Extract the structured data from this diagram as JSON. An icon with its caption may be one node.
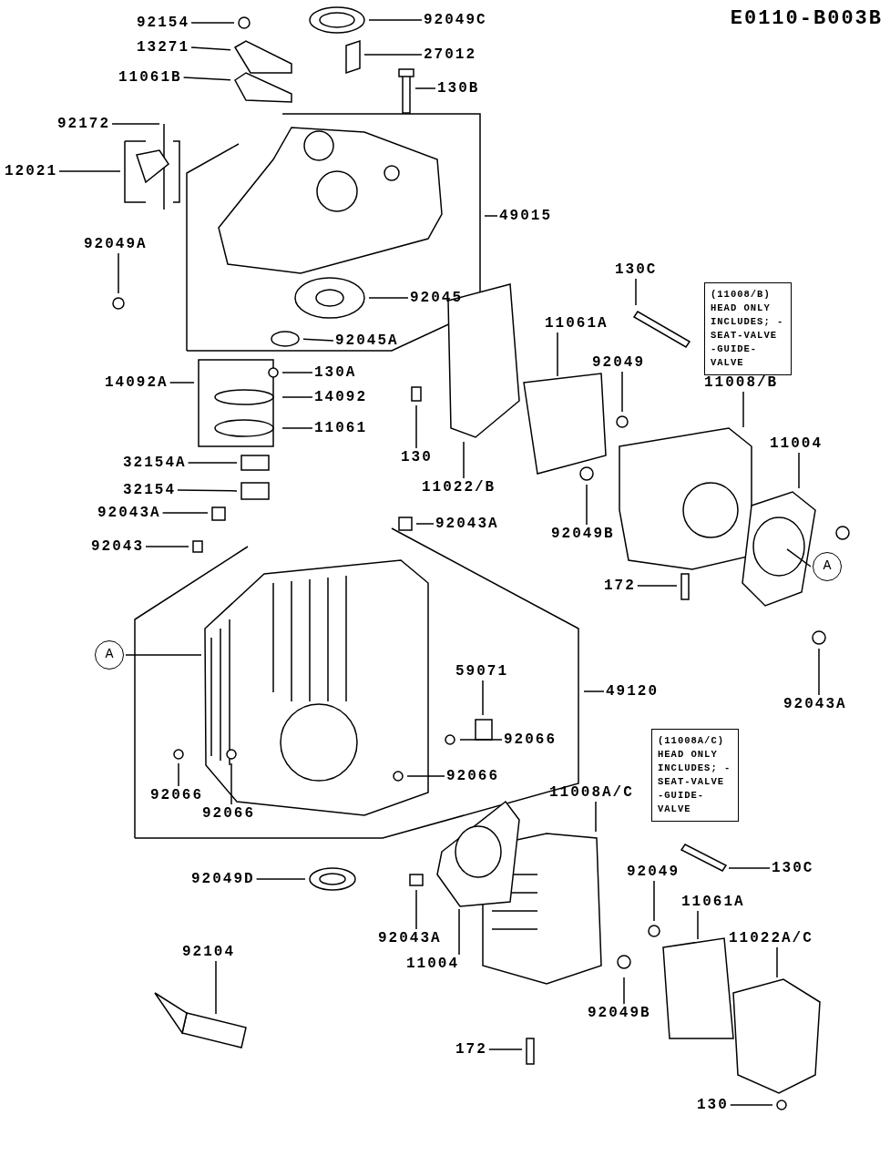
{
  "diagram": {
    "nodes": [
      {
        "text": [
          "92154"
        ]
      },
      {
        "text": [
          "92049C"
        ]
      },
      {
        "text": [
          "13271"
        ]
      },
      {
        "text": [
          "27012"
        ]
      },
      {
        "text": [
          "11061B"
        ]
      },
      {
        "text": [
          "130B"
        ]
      },
      {
        "text": [
          "92172"
        ]
      },
      {
        "text": [
          "12021"
        ]
      },
      {
        "text": [
          "92049A"
        ]
      },
      {
        "text": [
          "49015"
        ]
      },
      {
        "text": [
          "92045"
        ]
      },
      {
        "text": [
          "92045A"
        ]
      },
      {
        "text": [
          "14092A"
        ]
      },
      {
        "text": [
          "130A"
        ]
      },
      {
        "text": [
          "14092"
        ]
      },
      {
        "text": [
          "11061"
        ]
      },
      {
        "text": [
          "130C"
        ]
      },
      {
        "text": [
          "(11008/B)",
          "HEAD ONLY INCLUDES; -SEAT-VALVE -GUIDE-VALVE"
        ]
      },
      {
        "text": [
          "11061A"
        ]
      },
      {
        "text": [
          "92049"
        ]
      },
      {
        "text": [
          "11008/B"
        ]
      },
      {
        "text": [
          "11004"
        ]
      },
      {
        "text": [
          "130"
        ]
      },
      {
        "text": [
          "32154A"
        ]
      },
      {
        "text": [
          "11022/B"
        ]
      },
      {
        "text": [
          "32154"
        ]
      },
      {
        "text": [
          "92043A"
        ]
      },
      {
        "text": [
          "92043A"
        ]
      },
      {
        "text": [
          "92049B"
        ]
      },
      {
        "text": [
          "92043"
        ]
      },
      {
        "text": [
          "A"
        ]
      },
      {
        "text": [
          "172"
        ]
      },
      {
        "text": [
          "A"
        ]
      },
      {
        "text": [
          "59071"
        ]
      },
      {
        "text": [
          "49120"
        ]
      },
      {
        "text": [
          "92043A"
        ]
      },
      {
        "text": [
          "(11008A/C)",
          "HEAD ONLY INCLUDES; -SEAT-VALVE -GUIDE-VALVE"
        ]
      },
      {
        "text": [
          "92066"
        ]
      },
      {
        "text": [
          "92066"
        ]
      },
      {
        "text": [
          "11008A/C"
        ]
      },
      {
        "text": [
          "92066"
        ]
      },
      {
        "text": [
          "92066"
        ]
      },
      {
        "text": [
          "92049D"
        ]
      },
      {
        "text": [
          "130C"
        ]
      },
      {
        "text": [
          "92049"
        ]
      },
      {
        "text": [
          "11061A"
        ]
      },
      {
        "text": [
          "92043A"
        ]
      },
      {
        "text": [
          "11022A/C"
        ]
      },
      {
        "text": [
          "92104"
        ]
      },
      {
        "text": [
          "11004"
        ]
      },
      {
        "text": [
          "92049B"
        ]
      },
      {
        "text": [
          "172"
        ]
      },
      {
        "text": [
          "130"
        ]
      }
    ],
    "edges": [
      {
        "from": 0,
        "to": null,
        "arrow": "none"
      },
      {
        "from": 1,
        "to": null,
        "arrow": "none"
      },
      {
        "from": 2,
        "to": null,
        "arrow": "none"
      },
      {
        "from": 3,
        "to": null,
        "arrow": "none"
      },
      {
        "from": 4,
        "to": null,
        "arrow": "none"
      },
      {
        "from": 5,
        "to": null,
        "arrow": "none"
      },
      {
        "from": 6,
        "to": null,
        "arrow": "none"
      },
      {
        "from": 7,
        "to": null,
        "arrow": "none"
      },
      {
        "from": 8,
        "to": null,
        "arrow": "none"
      },
      {
        "from": 9,
        "to": null,
        "arrow": "none"
      },
      {
        "from": 10,
        "to": null,
        "arrow": "none"
      },
      {
        "from": 11,
        "to": null,
        "arrow": "none"
      },
      {
        "from": 12,
        "to": null,
        "arrow": "none"
      },
      {
        "from": 13,
        "to": null,
        "arrow": "none"
      },
      {
        "from": 14,
        "to": null,
        "arrow": "none"
      },
      {
        "from": 15,
        "to": null,
        "arrow": "none"
      },
      {
        "from": 16,
        "to": null,
        "arrow": "none"
      },
      {
        "from": 18,
        "to": null,
        "arrow": "none"
      },
      {
        "from": 19,
        "to": null,
        "arrow": "none"
      },
      {
        "from": 20,
        "to": null,
        "arrow": "none"
      },
      {
        "from": 21,
        "to": null,
        "arrow": "none"
      },
      {
        "from": 22,
        "to": null,
        "arrow": "none"
      },
      {
        "from": 23,
        "to": null,
        "arrow": "none"
      },
      {
        "from": 24,
        "to": null,
        "arrow": "none"
      },
      {
        "from": 25,
        "to": null,
        "arrow": "none"
      },
      {
        "from": 26,
        "to": null,
        "arrow": "none"
      },
      {
        "from": 27,
        "to": null,
        "arrow": "none"
      },
      {
        "from": 28,
        "to": null,
        "arrow": "none"
      },
      {
        "from": 29,
        "to": null,
        "arrow": "none"
      },
      {
        "from": 30,
        "to": null,
        "arrow": "none"
      },
      {
        "from": 31,
        "to": null,
        "arrow": "none"
      },
      {
        "from": 32,
        "to": null,
        "arrow": "none"
      },
      {
        "from": 33,
        "to": null,
        "arrow": "none"
      },
      {
        "from": 34,
        "to": null,
        "arrow": "none"
      },
      {
        "from": 35,
        "to": null,
        "arrow": "none"
      },
      {
        "from": 37,
        "to": null,
        "arrow": "none"
      },
      {
        "from": 38,
        "to": null,
        "arrow": "none"
      },
      {
        "from": 39,
        "to": null,
        "arrow": "none"
      },
      {
        "from": 40,
        "to": null,
        "arrow": "none"
      },
      {
        "from": 41,
        "to": null,
        "arrow": "none"
      },
      {
        "from": 42,
        "to": null,
        "arrow": "none"
      },
      {
        "from": 43,
        "to": null,
        "arrow": "none"
      },
      {
        "from": 44,
        "to": null,
        "arrow": "none"
      },
      {
        "from": 45,
        "to": null,
        "arrow": "none"
      },
      {
        "from": 46,
        "to": null,
        "arrow": "none"
      },
      {
        "from": 47,
        "to": null,
        "arrow": "none"
      },
      {
        "from": 48,
        "to": null,
        "arrow": "none"
      },
      {
        "from": 49,
        "to": null,
        "arrow": "none"
      },
      {
        "from": 50,
        "to": null,
        "arrow": "none"
      },
      {
        "from": 51,
        "to": null,
        "arrow": "none"
      },
      {
        "from": 52,
        "to": null,
        "arrow": "none"
      }
    ],
    "labels": [
      "E0110-B003B"
    ]
  }
}
